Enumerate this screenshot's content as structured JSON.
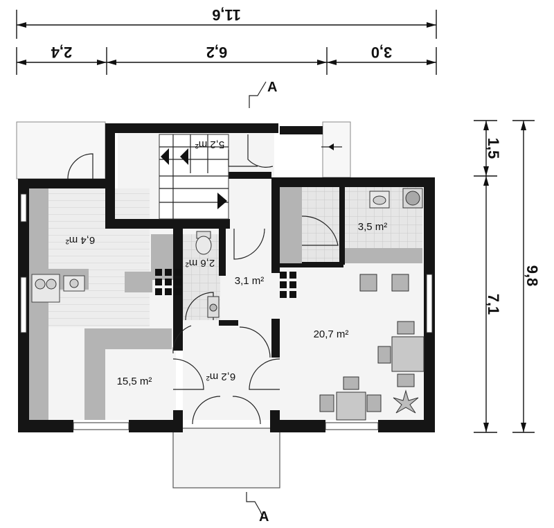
{
  "dimensions": {
    "total_width": "11,6",
    "seg_left": "2,4",
    "seg_mid": "6,2",
    "seg_right": "3,0",
    "total_depth": "9,8",
    "depth_top": "1,5",
    "depth_main": "7,1"
  },
  "section_marks": {
    "top": "A",
    "bottom": "A"
  },
  "rooms": {
    "stairs": "5,2 m²",
    "kitchen": "6,4 m²",
    "bath": "3,5 m²",
    "wc": "2,6 m²",
    "corridor": "3,1 m²",
    "living": "20,7 m²",
    "room": "15,5 m²",
    "hall": "6,2 m²"
  },
  "colors": {
    "wall": "#151515",
    "floor": "#f4f4f4",
    "furniture": "#b4b4b4"
  }
}
